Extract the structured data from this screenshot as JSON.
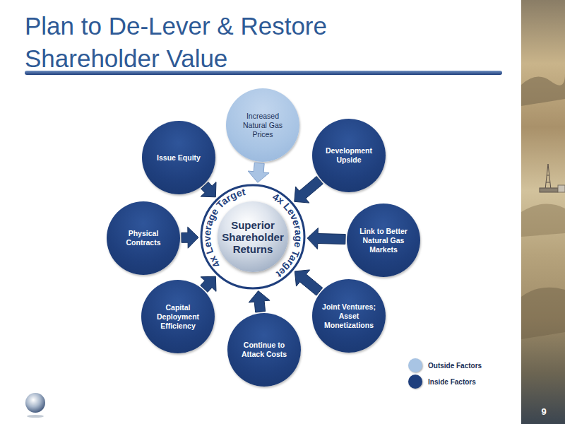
{
  "diagram": {
    "title": "Plan to De-Lever & Restore Shareholder Value",
    "nodes": [
      {
        "text": [
          "Increased Natural Gas Prices"
        ]
      },
      {
        "text": [
          "Issue Equity"
        ]
      },
      {
        "text": [
          "Development Upside"
        ]
      },
      {
        "text": [
          "Physical Contracts"
        ]
      },
      {
        "text": [
          "Superior Shareholder Returns"
        ]
      },
      {
        "text": [
          "Link to Better Natural Gas Markets"
        ]
      },
      {
        "text": [
          "Capital Deployment Efficiency"
        ]
      },
      {
        "text": [
          "Joint Ventures; Asset Monetizations"
        ]
      },
      {
        "text": [
          "Continue to Attack Costs"
        ]
      }
    ],
    "edges": [
      {
        "from": 0,
        "to": 4,
        "arrow": "to"
      },
      {
        "from": 1,
        "to": 4,
        "arrow": "to"
      },
      {
        "from": 2,
        "to": 4,
        "arrow": "to"
      },
      {
        "from": 3,
        "to": 4,
        "arrow": "to"
      },
      {
        "from": 5,
        "to": 4,
        "arrow": "to"
      },
      {
        "from": 6,
        "to": 4,
        "arrow": "to"
      },
      {
        "from": 7,
        "to": 4,
        "arrow": "to"
      },
      {
        "from": 8,
        "to": 4,
        "arrow": "to"
      }
    ],
    "labels": [
      "4x Leverage Target",
      "4x Leverage Target",
      "9"
    ],
    "legend": [
      {
        "text": "Outside Factors",
        "color": "#a8c4e4"
      },
      {
        "text": "Inside Factors",
        "color": "#1f3f7d"
      }
    ]
  }
}
